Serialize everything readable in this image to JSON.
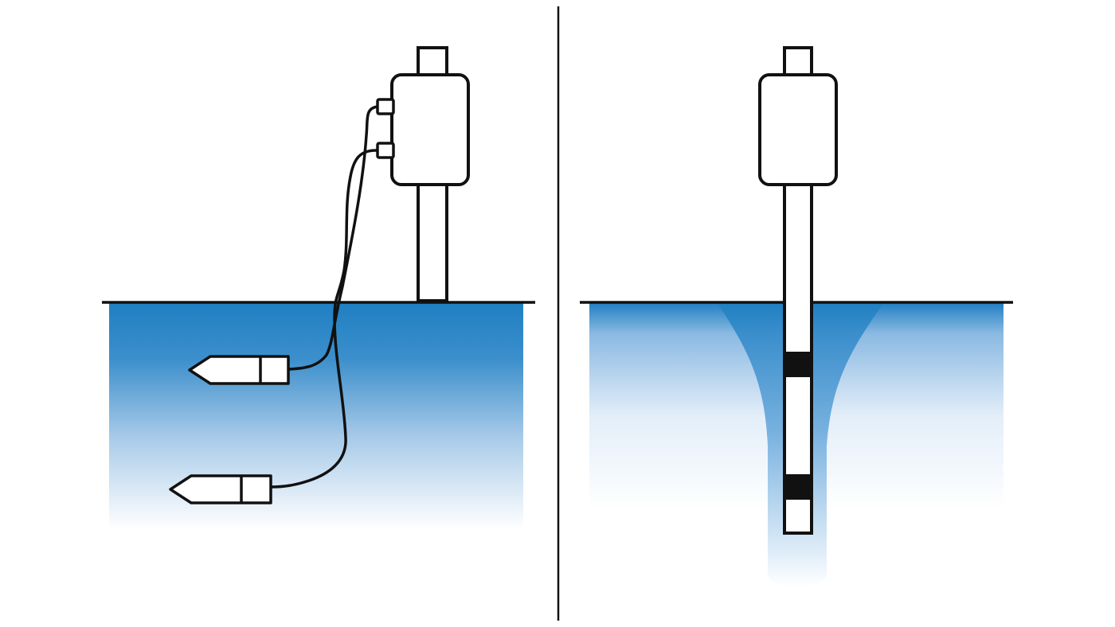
{
  "colors": {
    "background": "#ffffff",
    "outline": "#111111",
    "soil_blue": "#1f7fc2",
    "soil_blue_fade": "#e9f2fb",
    "sensor_fill": "#ffffff",
    "band_fill": "#111111"
  },
  "panels": [
    {
      "name": "separate-probes-installation",
      "probes": 2,
      "cables": 2
    },
    {
      "name": "single-profile-probe-installation",
      "sensor_bands": 2
    }
  ]
}
